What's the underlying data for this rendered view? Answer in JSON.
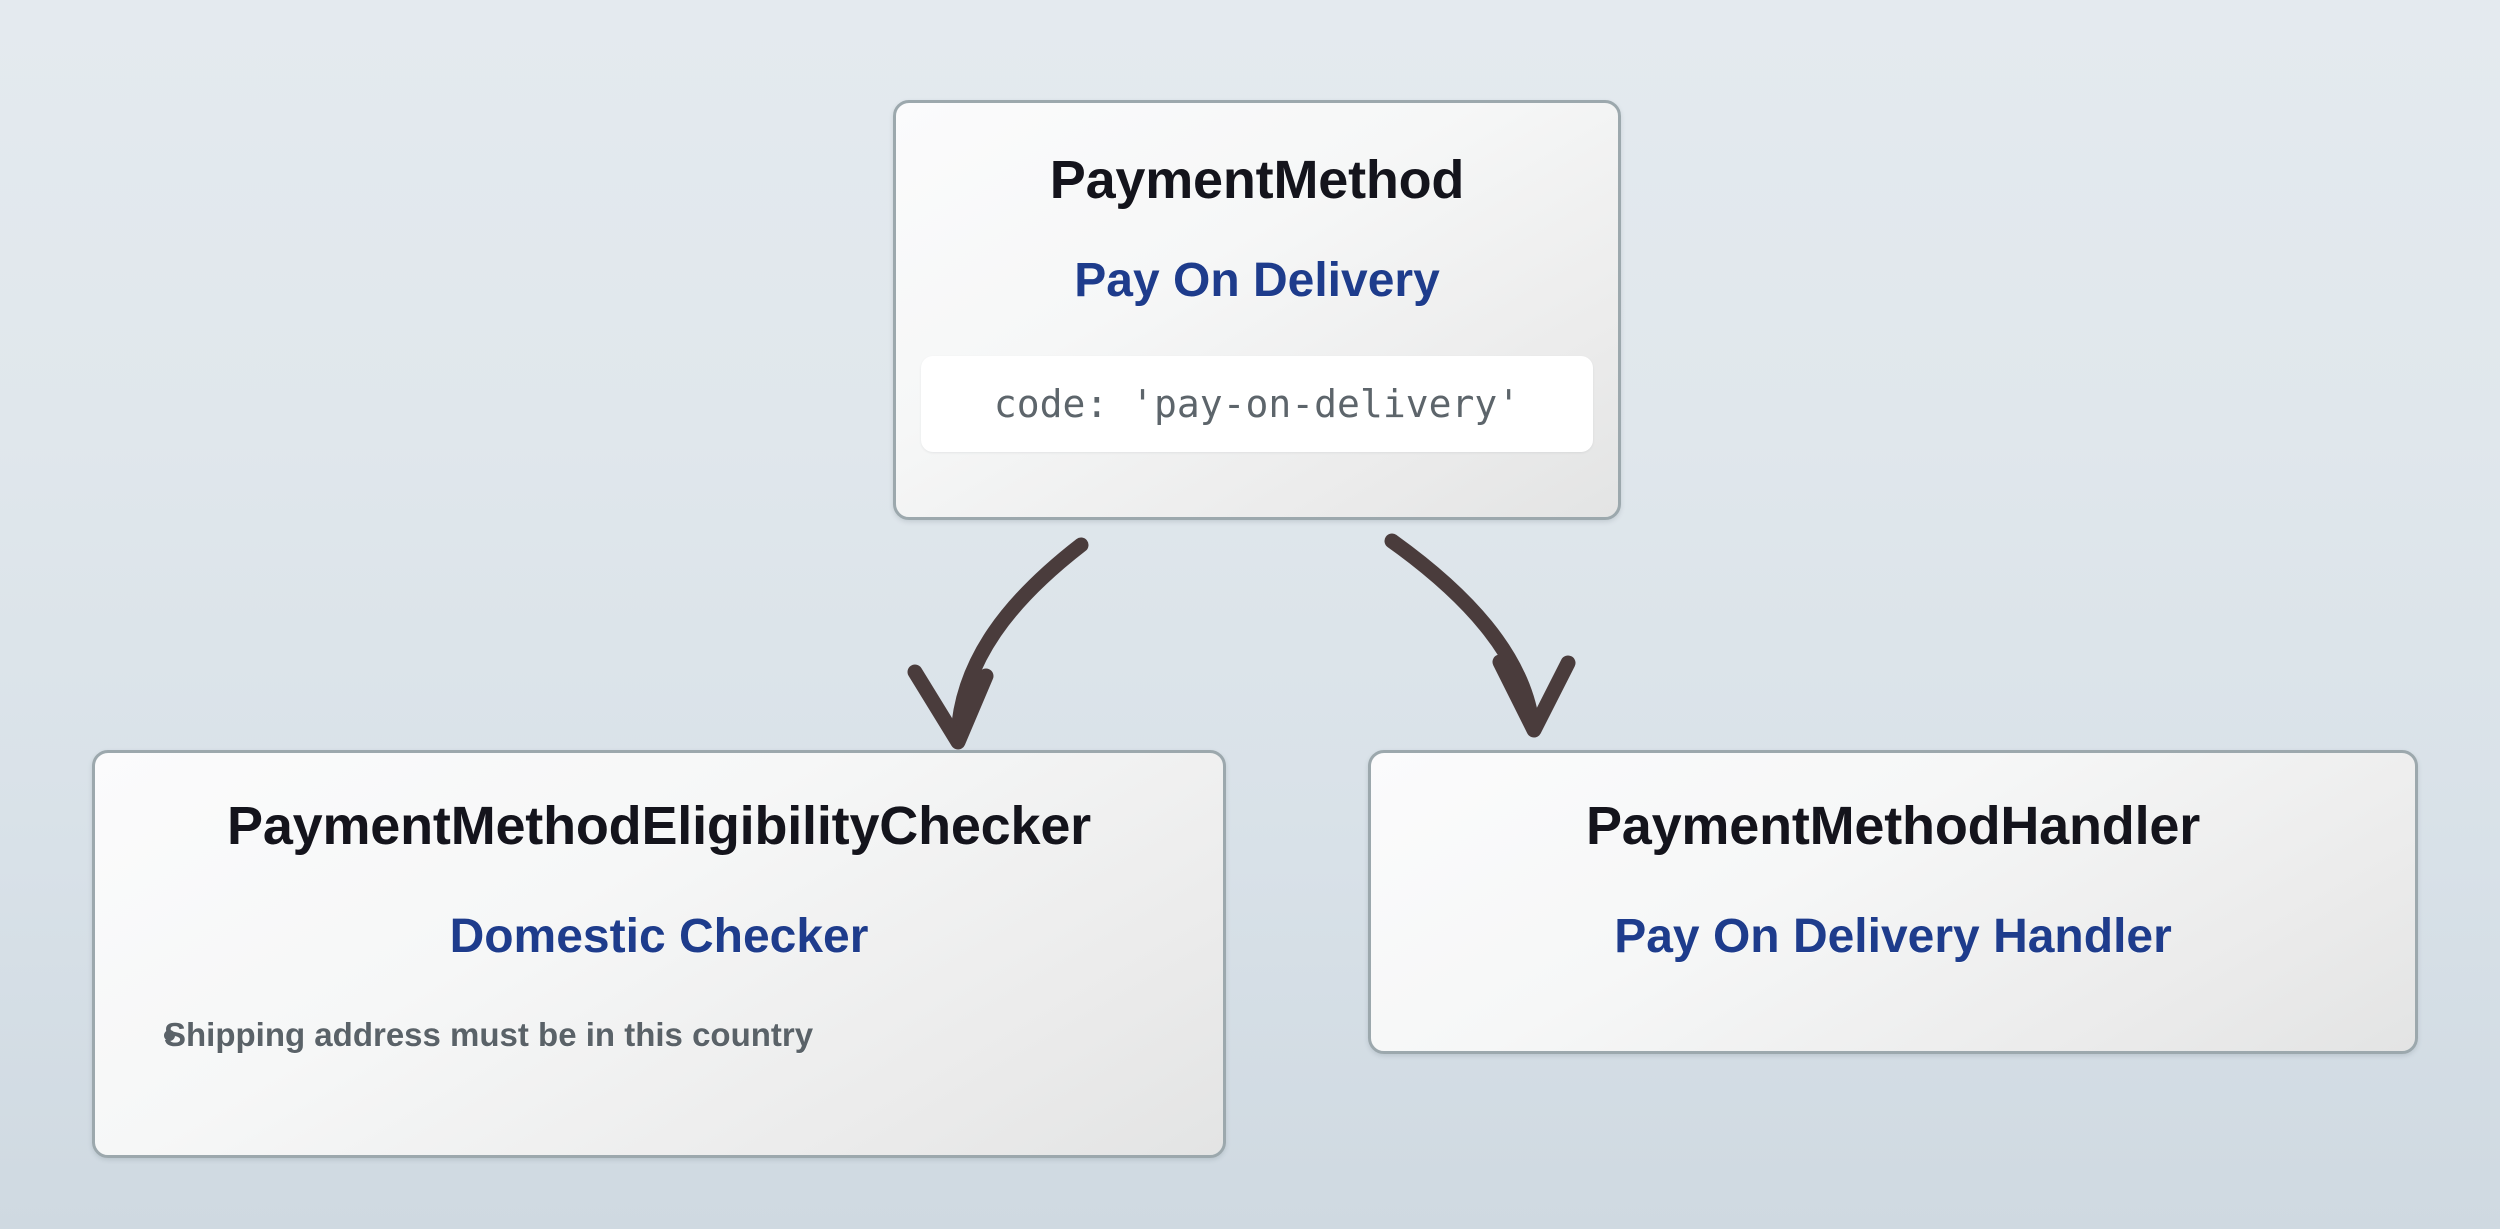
{
  "diagram": {
    "background_top_color": "#e4eaef",
    "background_bottom_color": "#cfd9e1",
    "edge_color": "#4a3c3c",
    "accent_color": "#1e3c8c",
    "title_color": "#14141c",
    "muted_text_color": "#5a6268",
    "card_border_color": "#9ca8ad"
  },
  "nodes": {
    "payment_method": {
      "title": "PaymentMethod",
      "subtitle": "Pay On Delivery",
      "code": "code: 'pay-on-delivery'"
    },
    "eligibility_checker": {
      "title": "PaymentMethodEligibilityChecker",
      "subtitle": "Domestic Checker",
      "bullets": [
        "Shipping address must be in this country"
      ]
    },
    "payment_handler": {
      "title": "PaymentMethodHandler",
      "subtitle": "Pay On Delivery Handler"
    }
  },
  "edges": [
    {
      "from": "payment_method",
      "to": "eligibility_checker",
      "style": "curved-arrow"
    },
    {
      "from": "payment_method",
      "to": "payment_handler",
      "style": "curved-arrow"
    }
  ]
}
